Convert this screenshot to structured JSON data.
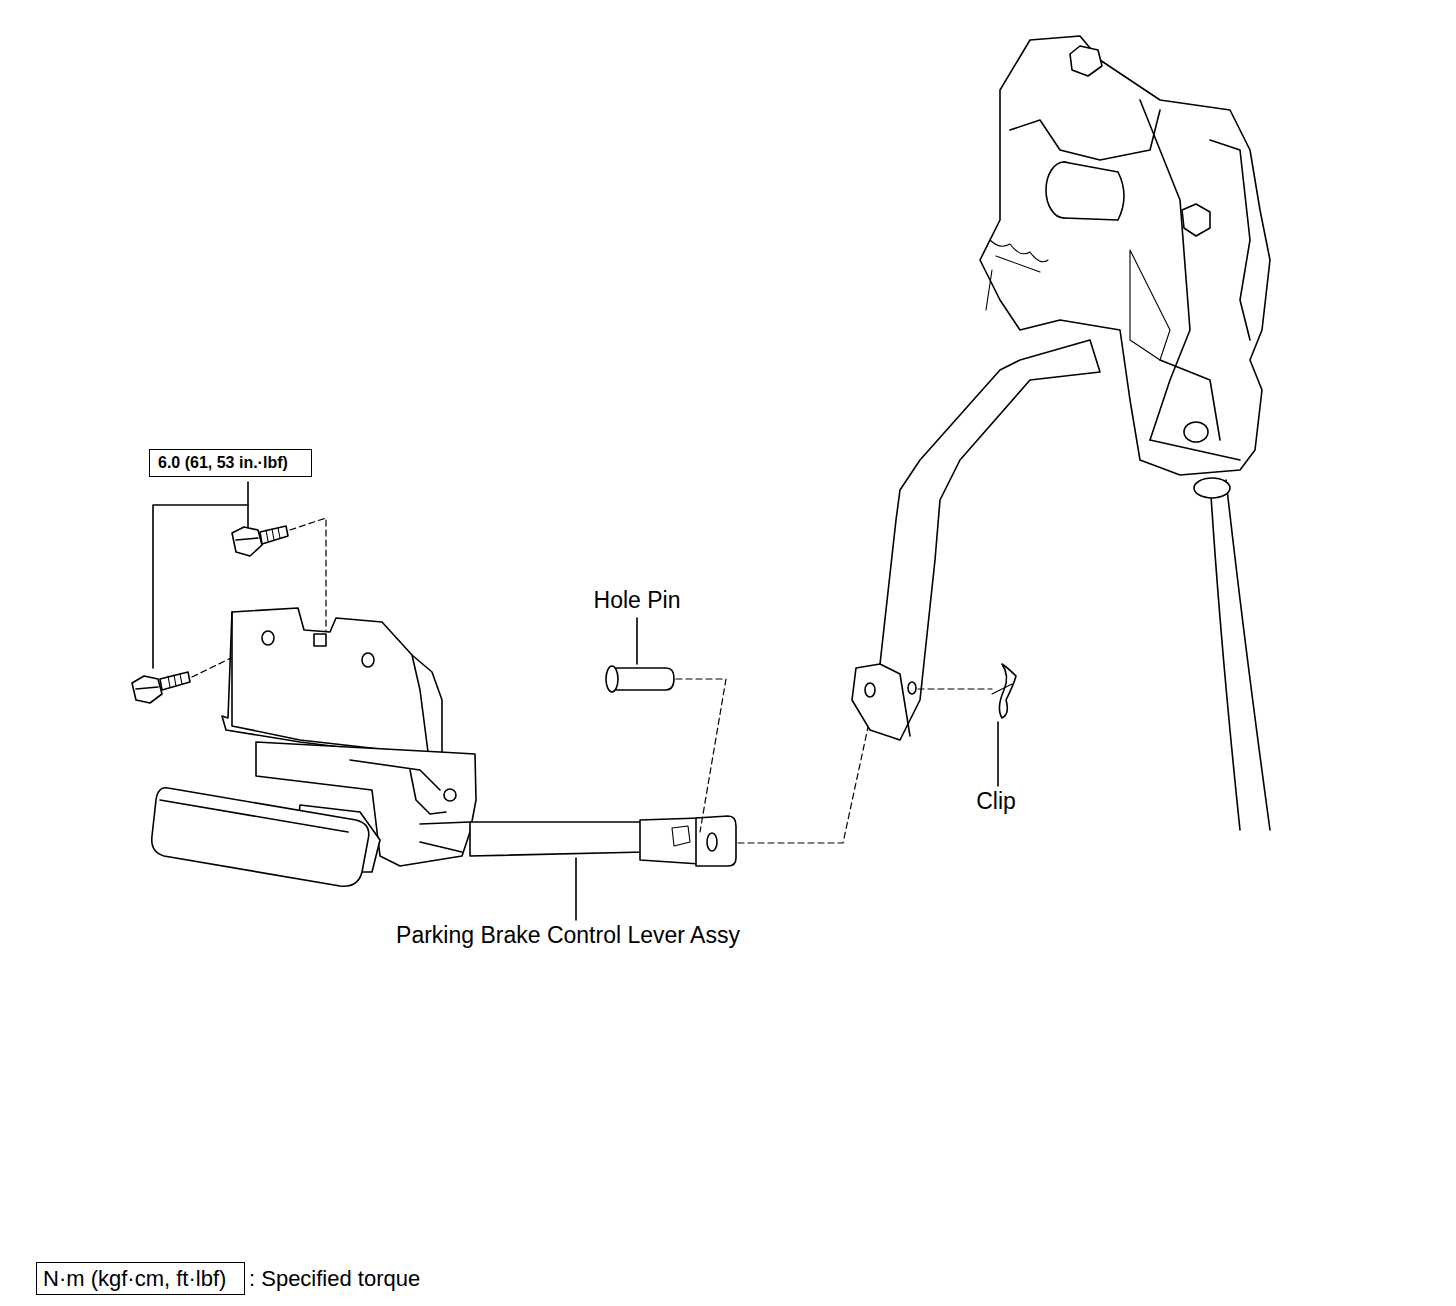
{
  "diagram": {
    "nodes": [
      {
        "text": [
          "6.0 (61, 53 in.·lbf)"
        ]
      },
      {
        "text": [
          "N·m (kgf·cm, ft·lbf)",
          ": Specified torque"
        ]
      }
    ],
    "edges": [],
    "labels": [
      "Hole Pin",
      "Clip",
      "Parking Brake Control Lever Assy"
    ]
  }
}
